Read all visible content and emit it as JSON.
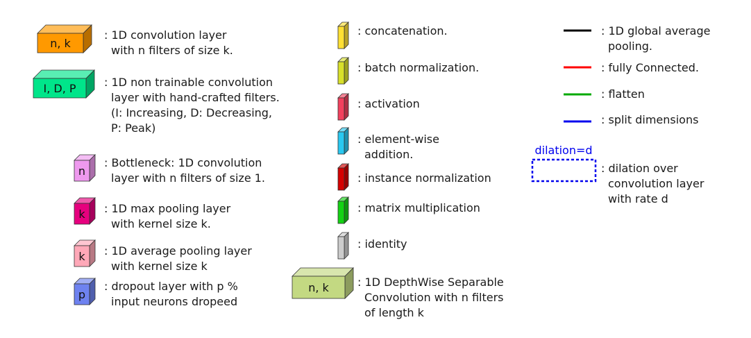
{
  "legend": {
    "col1": [
      {
        "symbol": "orange-box-icon",
        "box_label": "n, k",
        "color": "#FF9900",
        "lines": [
          ": 1D convolution layer",
          "with n filters of size k."
        ]
      },
      {
        "symbol": "green-box-icon",
        "box_label": "I, D, P",
        "color": "#00E58A",
        "lines": [
          ": 1D non trainable convolution",
          "layer with hand-crafted filters.",
          "(I: Increasing, D: Decreasing,",
          "P: Peak)"
        ]
      },
      {
        "symbol": "violet-box-icon",
        "box_label": "n",
        "color": "#EE99EE",
        "lines": [
          ": Bottleneck: 1D convolution",
          "layer with n filters of size 1."
        ]
      },
      {
        "symbol": "magenta-box-icon",
        "box_label": "k",
        "color": "#E6007E",
        "lines": [
          ": 1D max pooling layer",
          "with kernel size k."
        ]
      },
      {
        "symbol": "pink-box-icon",
        "box_label": "k",
        "color": "#FFA8B8",
        "lines": [
          ": 1D average pooling layer",
          "with kernel size k"
        ]
      },
      {
        "symbol": "blue-box-icon",
        "box_label": "p",
        "color": "#6E82F0",
        "lines": [
          ": dropout layer with p %",
          "input neurons dropeed"
        ]
      }
    ],
    "col2": [
      {
        "symbol": "yellow-slab-icon",
        "color": "#FFE033",
        "lines": [
          ": concatenation."
        ]
      },
      {
        "symbol": "olive-slab-icon",
        "color": "#D8E02A",
        "lines": [
          ": batch normalization."
        ]
      },
      {
        "symbol": "red-slab-icon",
        "color": "#F2415E",
        "lines": [
          ": activation"
        ]
      },
      {
        "symbol": "cyan-slab-icon",
        "color": "#29C8F0",
        "lines": [
          ": element-wise",
          "addition."
        ]
      },
      {
        "symbol": "darkred-slab-icon",
        "color": "#D40000",
        "lines": [
          ": instance normalization"
        ]
      },
      {
        "symbol": "green-slab-icon",
        "color": "#14D214",
        "lines": [
          ": matrix multiplication"
        ]
      },
      {
        "symbol": "gray-slab-icon",
        "color": "#CCCCCC",
        "lines": [
          ": identity"
        ]
      },
      {
        "symbol": "lightgreen-box-icon",
        "box_label": "n, k",
        "color": "#C3D982",
        "lines": [
          ": 1D DepthWise Separable",
          "Convolution with n filters",
          "of length k"
        ]
      }
    ],
    "col3": [
      {
        "symbol": "black-line-icon",
        "color": "#000000",
        "lines": [
          ": 1D global average",
          "pooling."
        ]
      },
      {
        "symbol": "red-line-icon",
        "color": "#FF0000",
        "lines": [
          ": fully Connected."
        ]
      },
      {
        "symbol": "green-line-icon",
        "color": "#00AA00",
        "lines": [
          ": flatten"
        ]
      },
      {
        "symbol": "blue-line-icon",
        "color": "#0000EE",
        "lines": [
          ": split dimensions"
        ]
      },
      {
        "symbol": "dashed-box-icon",
        "box_label": "dilation=d",
        "color": "#0000EE",
        "lines": [
          ": dilation over",
          "convolution layer",
          "with rate d"
        ]
      }
    ]
  }
}
